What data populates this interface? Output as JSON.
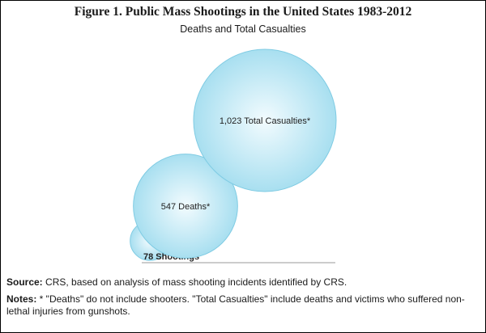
{
  "chart_data": {
    "type": "bubble",
    "title": "Figure 1. Public Mass Shootings in the United States 1983-2012",
    "subtitle": "Deaths and Total Casualties",
    "series": [
      {
        "value": 78,
        "label": "78 Shootings"
      },
      {
        "value": 547,
        "label": "547 Deaths*"
      },
      {
        "value": 1023,
        "label": "1,023 Total Casualties*"
      }
    ],
    "colors": {
      "fill_inner": "#f2fbfe",
      "fill_outer": "#a8dff0",
      "stroke": "#7fcbe3",
      "baseline": "#9a9a9a"
    }
  },
  "footer": {
    "source_label": "Source:",
    "source_text": " CRS, based on analysis of mass shooting incidents identified by CRS.",
    "notes_label": "Notes:",
    "notes_text": " * \"Deaths\" do not include shooters. \"Total Casualties\" include deaths and victims who suffered non-lethal injuries from gunshots."
  }
}
